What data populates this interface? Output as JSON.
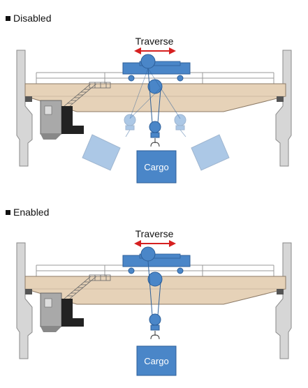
{
  "sections": [
    {
      "label": "Disabled",
      "traverse_label": "Traverse",
      "cargo_label": "Cargo"
    },
    {
      "label": "Enabled",
      "traverse_label": "Traverse",
      "cargo_label": "Cargo"
    }
  ],
  "colors": {
    "girder": "#e6d2b8",
    "girder_stroke": "#8c7a66",
    "trolley": "#4a86c8",
    "trolley_light": "#9cc1e6",
    "rail": "#d6d6d6",
    "arrow": "#d62020",
    "cab": "#a9a9a9"
  }
}
